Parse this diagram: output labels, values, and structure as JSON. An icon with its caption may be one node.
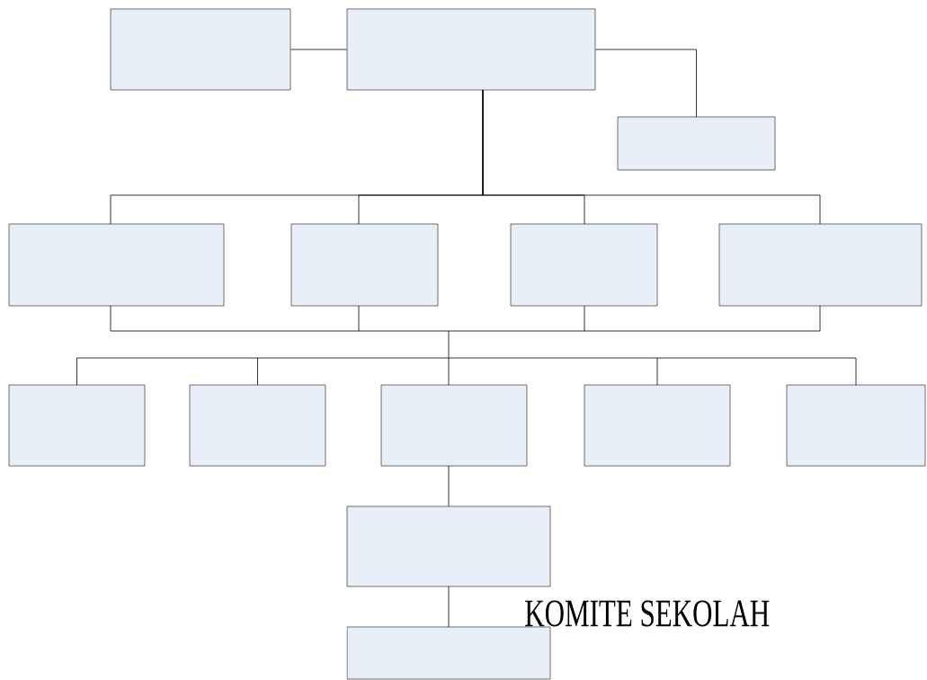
{
  "diagram": {
    "nodes": [
      {
        "text": [],
        "shape": "box"
      },
      {
        "text": [],
        "shape": "box"
      },
      {
        "text": [],
        "shape": "box"
      },
      {
        "text": [],
        "shape": "box"
      },
      {
        "text": [],
        "shape": "box"
      },
      {
        "text": [],
        "shape": "box"
      },
      {
        "text": [],
        "shape": "box"
      },
      {
        "text": [],
        "shape": "box"
      },
      {
        "text": [],
        "shape": "box"
      },
      {
        "text": [],
        "shape": "box"
      },
      {
        "text": [],
        "shape": "box"
      },
      {
        "text": [],
        "shape": "box"
      },
      {
        "text": [],
        "shape": "box"
      },
      {
        "text": [],
        "shape": "box"
      }
    ],
    "edges": [
      {
        "from": 0,
        "to": 1,
        "arrow": "none"
      },
      {
        "from": 1,
        "to": 2,
        "arrow": "none"
      },
      {
        "from": 1,
        "to": 3,
        "arrow": "none"
      },
      {
        "from": 1,
        "to": 4,
        "arrow": "none"
      },
      {
        "from": 1,
        "to": 5,
        "arrow": "none"
      },
      {
        "from": 1,
        "to": 6,
        "arrow": "none"
      },
      {
        "from": 3,
        "to": 7,
        "arrow": "none"
      },
      {
        "from": 3,
        "to": 8,
        "arrow": "none"
      },
      {
        "from": 3,
        "to": 9,
        "arrow": "none"
      },
      {
        "from": 3,
        "to": 10,
        "arrow": "none"
      },
      {
        "from": 3,
        "to": 11,
        "arrow": "none"
      },
      {
        "from": 4,
        "to": 7,
        "arrow": "none"
      },
      {
        "from": 4,
        "to": 8,
        "arrow": "none"
      },
      {
        "from": 4,
        "to": 9,
        "arrow": "none"
      },
      {
        "from": 4,
        "to": 10,
        "arrow": "none"
      },
      {
        "from": 4,
        "to": 11,
        "arrow": "none"
      },
      {
        "from": 5,
        "to": 7,
        "arrow": "none"
      },
      {
        "from": 5,
        "to": 8,
        "arrow": "none"
      },
      {
        "from": 5,
        "to": 9,
        "arrow": "none"
      },
      {
        "from": 5,
        "to": 10,
        "arrow": "none"
      },
      {
        "from": 5,
        "to": 11,
        "arrow": "none"
      },
      {
        "from": 6,
        "to": 7,
        "arrow": "none"
      },
      {
        "from": 6,
        "to": 8,
        "arrow": "none"
      },
      {
        "from": 6,
        "to": 9,
        "arrow": "none"
      },
      {
        "from": 6,
        "to": 10,
        "arrow": "none"
      },
      {
        "from": 6,
        "to": 11,
        "arrow": "none"
      },
      {
        "from": 9,
        "to": 12,
        "arrow": "none"
      },
      {
        "from": 12,
        "to": 13,
        "arrow": "none"
      }
    ],
    "labels": [
      "KOMITE SEKOLAH"
    ]
  }
}
